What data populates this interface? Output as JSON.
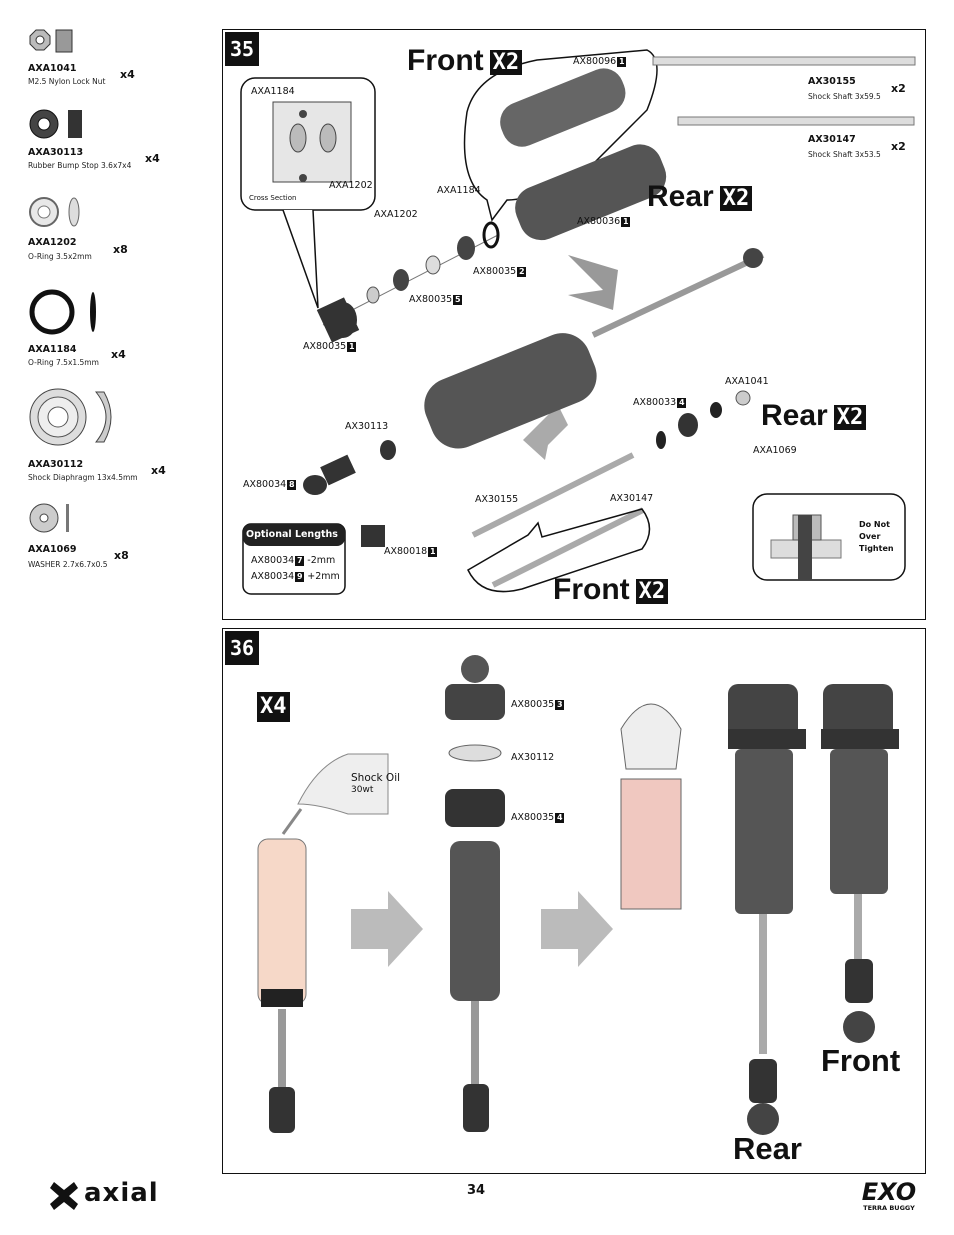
{
  "parts": [
    {
      "code": "AXA1041",
      "desc": "M2.5 Nylon Lock Nut",
      "qty": "x4"
    },
    {
      "code": "AXA30113",
      "desc": "Rubber Bump Stop 3.6x7x4",
      "qty": "x4"
    },
    {
      "code": "AXA1202",
      "desc": "O-Ring 3.5x2mm",
      "qty": "x8"
    },
    {
      "code": "AXA1184",
      "desc": "O-Ring 7.5x1.5mm",
      "qty": "x4"
    },
    {
      "code": "AXA30112",
      "desc": "Shock Diaphragm 13x4.5mm",
      "qty": "x4"
    },
    {
      "code": "AXA1069",
      "desc": "WASHER 2.7x6.7x0.5",
      "qty": "x8"
    }
  ],
  "step35": {
    "number": "35",
    "front_top": "Front",
    "front_top_qty": "X2",
    "rear_top": "Rear",
    "rear_top_qty": "X2",
    "rear_mid": "Rear",
    "rear_mid_qty": "X2",
    "front_bottom": "Front",
    "front_bottom_qty": "X2",
    "shafts": [
      {
        "code": "AX30155",
        "desc": "Shock Shaft 3x59.5",
        "qty": "x2"
      },
      {
        "code": "AX30147",
        "desc": "Shock Shaft 3x53.5",
        "qty": "x2"
      }
    ],
    "labels": {
      "axa1184_inset": "AXA1184",
      "axa1202_inset": "AXA1202",
      "cross_section": "Cross Section",
      "ax80096": "AX80096",
      "ax80096_n": "1",
      "axa1184": "AXA1184",
      "axa1202": "AXA1202",
      "ax80036": "AX80036",
      "ax80036_n": "1",
      "ax80035_2": "AX80035",
      "n2": "2",
      "ax80035_5": "AX80035",
      "n5": "5",
      "ax80035_1": "AX80035",
      "n1": "1",
      "axa1041": "AXA1041",
      "ax80033": "AX80033",
      "n4": "4",
      "axa1069": "AXA1069",
      "ax30113": "AX30113",
      "ax80034": "AX80034",
      "n8": "8",
      "ax80018": "AX80018",
      "n1b": "1",
      "ax30155": "AX30155",
      "ax30147": "AX30147",
      "do_not": "Do Not",
      "over": "Over",
      "tighten": "Tighten"
    },
    "optional": {
      "title": "Optional Lengths",
      "row1_code": "AX80034",
      "row1_n": "7",
      "row1_val": "-2mm",
      "row2_code": "AX80034",
      "row2_n": "9",
      "row2_val": "+2mm"
    }
  },
  "step36": {
    "number": "36",
    "qty": "X4",
    "shock_oil": "Shock Oil",
    "oil_wt": "30wt",
    "ax80035_3": "AX80035",
    "n3": "3",
    "ax30112": "AX30112",
    "ax80035_4": "AX80035",
    "n4": "4",
    "front": "Front",
    "rear": "Rear"
  },
  "footer": {
    "brand": "axial",
    "page": "34",
    "logo": "EXO",
    "logo_sub": "TERRA BUGGY"
  }
}
